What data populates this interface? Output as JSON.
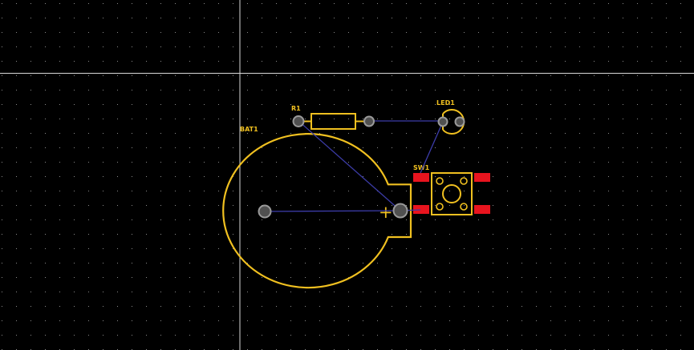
{
  "canvas": {
    "background_color": "#000000",
    "grid_dot_color": "#8a8a8a",
    "crosshair_color": "#d8d8d8"
  },
  "colors": {
    "silkscreen": "#f0c020",
    "ratsnest": "#3c3ca8",
    "pad_smd": "#e8141e",
    "pad_th_fill": "#505050",
    "pad_th_ring": "#9a9a9a"
  },
  "components": {
    "bat1": {
      "designator": "BAT1",
      "polarity_mark": "+"
    },
    "r1": {
      "designator": "R1"
    },
    "led1": {
      "designator": "LED1"
    },
    "sw1": {
      "designator": "SW1"
    }
  }
}
